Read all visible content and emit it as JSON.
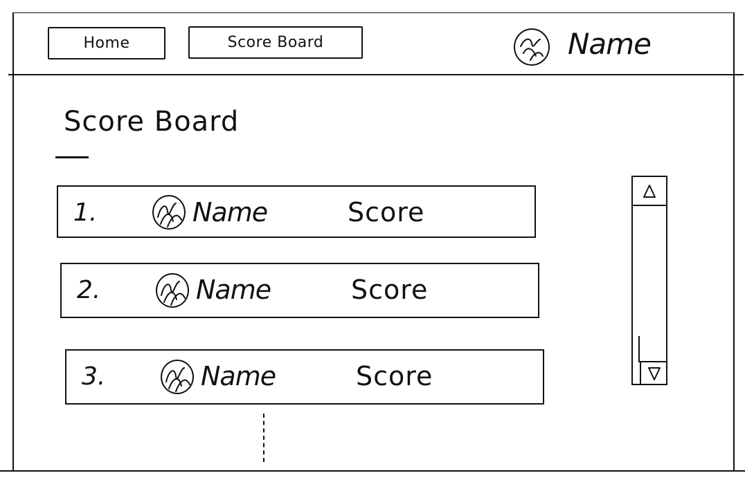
{
  "header": {
    "nav": [
      {
        "label": "Home"
      },
      {
        "label": "Score Board"
      }
    ],
    "user": {
      "name": "Name"
    }
  },
  "main": {
    "title": "Score Board",
    "rows": [
      {
        "rank": "1.",
        "name": "Name",
        "score": "Score"
      },
      {
        "rank": "2.",
        "name": "Name",
        "score": "Score"
      },
      {
        "rank": "3.",
        "name": "Name",
        "score": "Score"
      }
    ]
  },
  "icons": {
    "avatar": "avatar-scribble-icon",
    "scroll_up": "triangle-up-icon",
    "scroll_down": "triangle-down-icon"
  },
  "colors": {
    "ink": "#111111",
    "paper": "#ffffff"
  }
}
